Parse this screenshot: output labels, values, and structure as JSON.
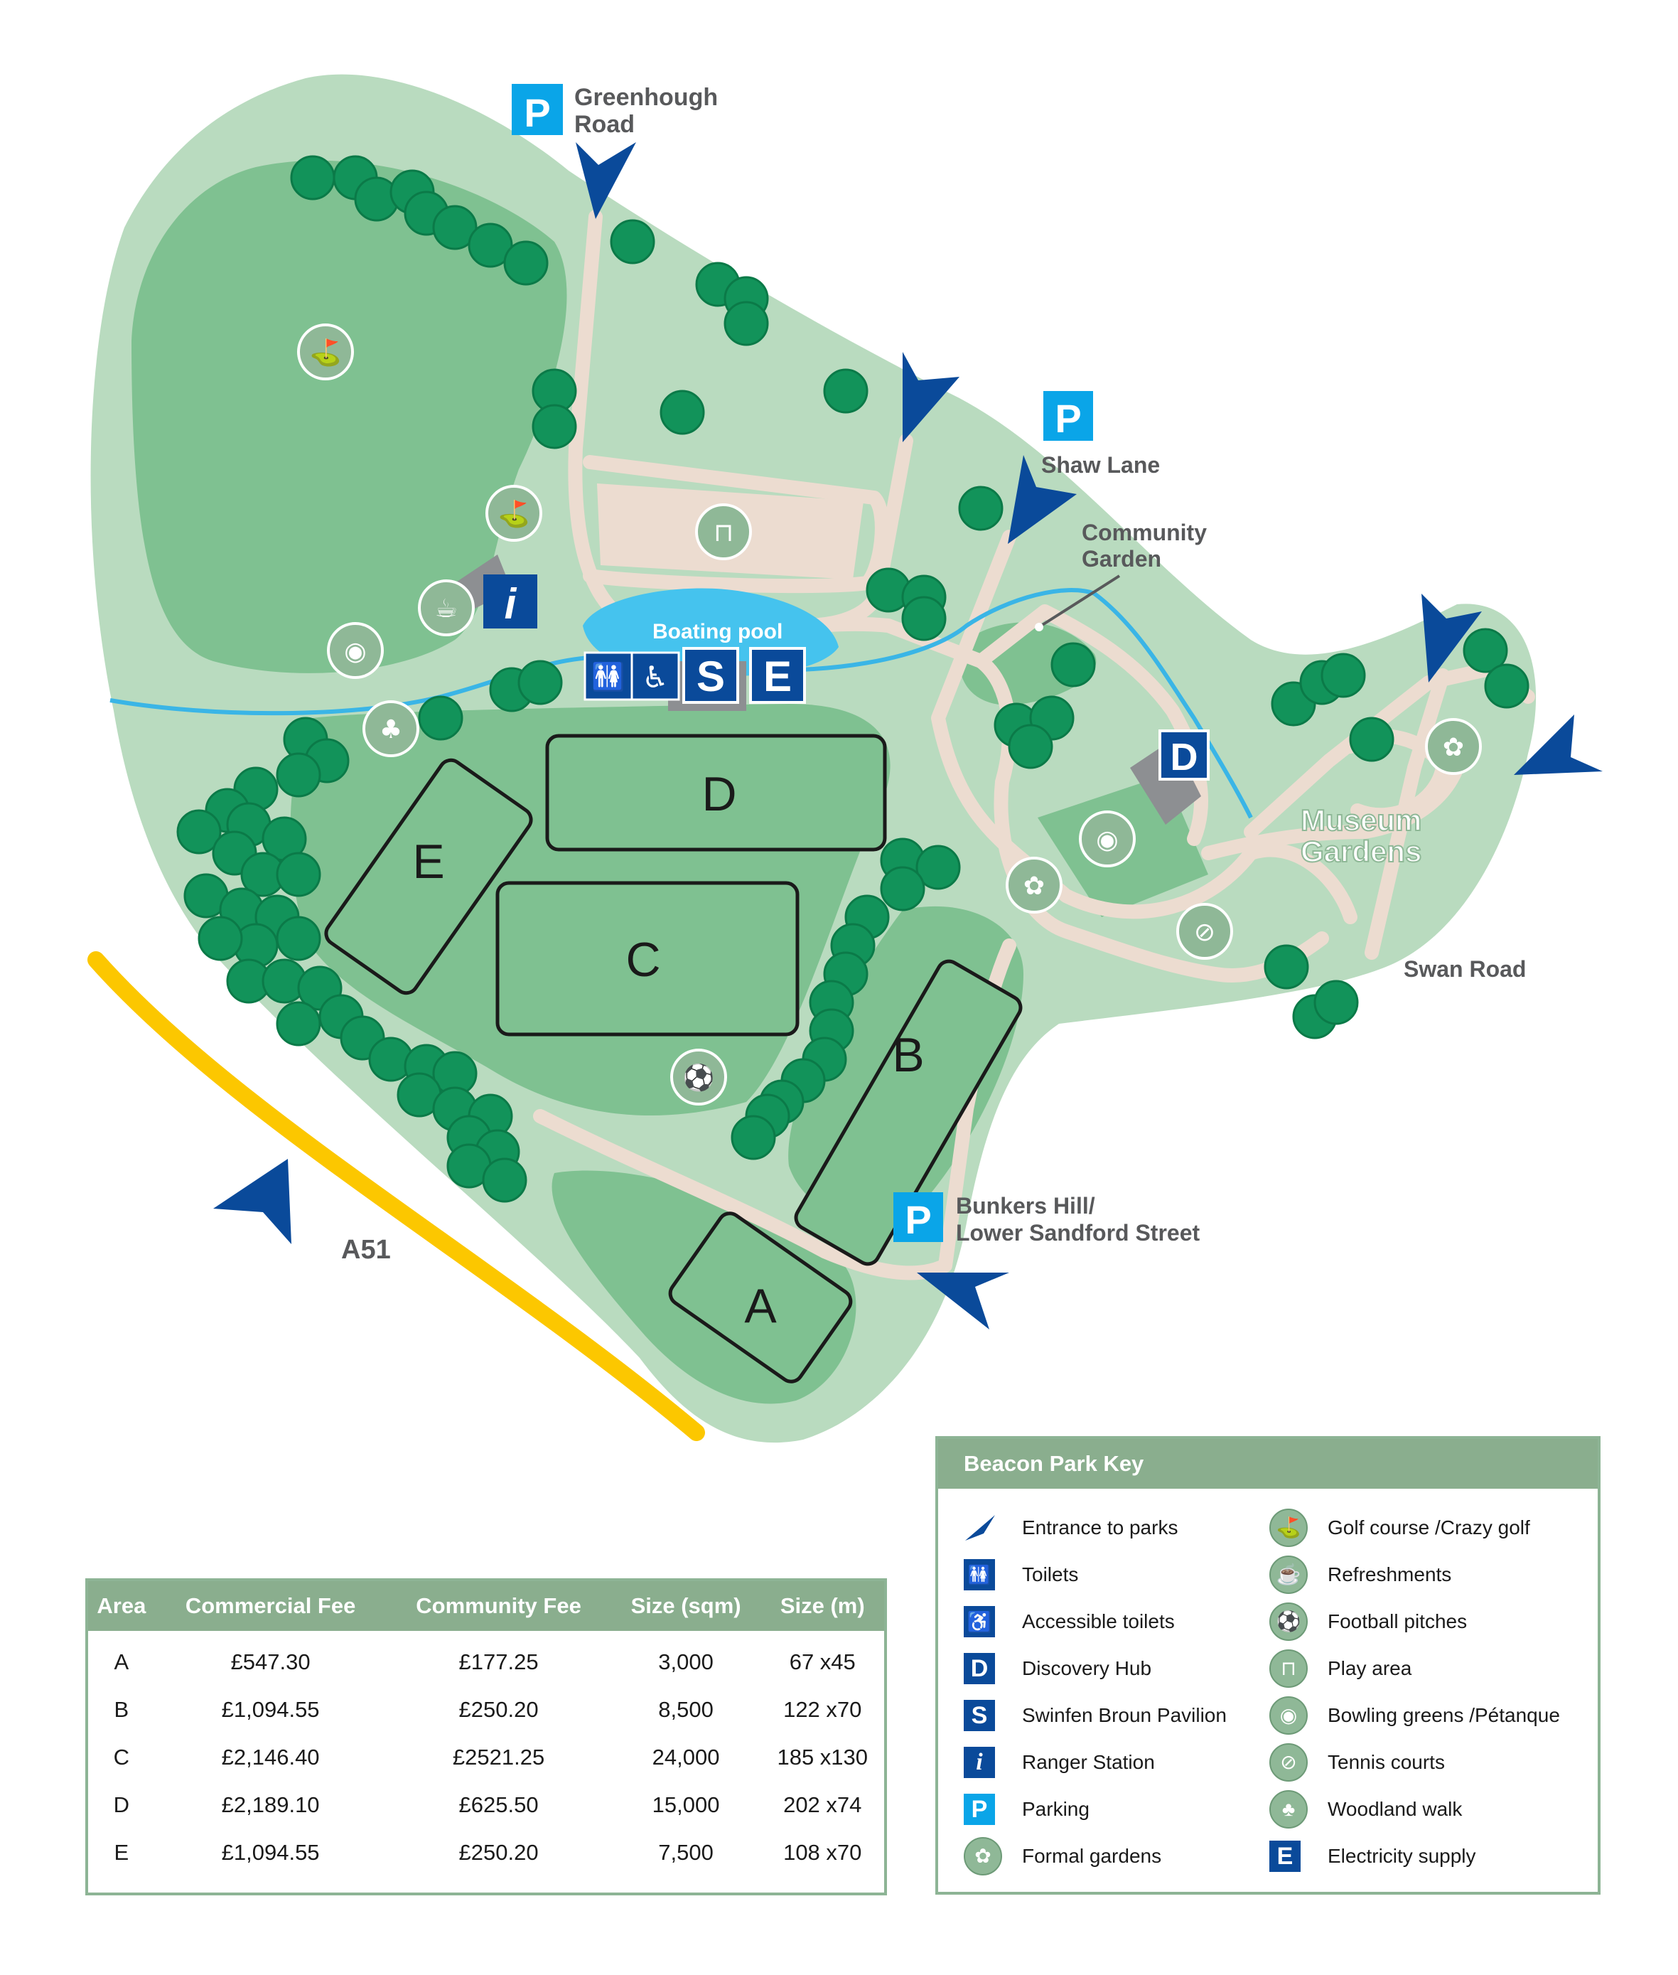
{
  "map": {
    "labels": {
      "greenhough_road": [
        "Greenhough",
        "Road"
      ],
      "shaw_lane": "Shaw Lane",
      "community_garden": [
        "Community",
        "Garden"
      ],
      "boating_pool": "Boating pool",
      "museum_gardens": [
        "Museum",
        "Gardens"
      ],
      "swan_road": "Swan Road",
      "bunkers_hill": [
        "Bunkers Hill/",
        "Lower Sandford Street"
      ],
      "a51": "A51"
    },
    "areas": [
      "A",
      "B",
      "C",
      "D",
      "E"
    ],
    "signs": {
      "parking": "P",
      "pavilion": "S",
      "electricity": "E",
      "discovery": "D",
      "ranger": "i"
    },
    "colors": {
      "park_light": "#b9dbbf",
      "field_mid": "#7fc191",
      "path": "#ecdcd0",
      "stream": "#3ab5e6",
      "pool": "#45c3ee",
      "tree": "#12935a",
      "navy": "#0a4a9a",
      "sky": "#0aa5e8",
      "road_yellow": "#fcc700",
      "hub_grey": "#8d8f92"
    }
  },
  "fee_table": {
    "headers": [
      "Area",
      "Commercial Fee",
      "Community Fee",
      "Size (sqm)",
      "Size (m)"
    ],
    "rows": [
      [
        "A",
        "£547.30",
        "£177.25",
        "3,000",
        "67 x45"
      ],
      [
        "B",
        "£1,094.55",
        "£250.20",
        "8,500",
        "122 x70"
      ],
      [
        "C",
        "£2,146.40",
        "£2521.25",
        "24,000",
        "185 x130"
      ],
      [
        "D",
        "£2,189.10",
        "£625.50",
        "15,000",
        "202 x74"
      ],
      [
        "E",
        "£1,094.55",
        "£250.20",
        "7,500",
        "108 x70"
      ]
    ]
  },
  "key": {
    "title": "Beacon Park Key",
    "left": [
      {
        "label": "Entrance to parks",
        "icon": "entrance-arrow-icon"
      },
      {
        "label": "Toilets",
        "icon": "toilets-icon"
      },
      {
        "label": "Accessible toilets",
        "icon": "accessible-toilets-icon"
      },
      {
        "label": "Discovery Hub",
        "icon": "discovery-hub-icon",
        "glyph": "D"
      },
      {
        "label": "Swinfen Broun Pavilion",
        "icon": "pavilion-icon",
        "glyph": "S"
      },
      {
        "label": "Ranger Station",
        "icon": "ranger-station-icon",
        "glyph": "i"
      },
      {
        "label": "Parking",
        "icon": "parking-icon",
        "glyph": "P"
      },
      {
        "label": "Formal gardens",
        "icon": "formal-gardens-icon"
      }
    ],
    "right": [
      {
        "label": "Golf course /Crazy golf",
        "icon": "golf-icon"
      },
      {
        "label": "Refreshments",
        "icon": "refreshments-icon"
      },
      {
        "label": "Football pitches",
        "icon": "football-icon"
      },
      {
        "label": "Play area",
        "icon": "play-area-icon"
      },
      {
        "label": "Bowling greens /Pétanque",
        "icon": "bowling-icon"
      },
      {
        "label": "Tennis courts",
        "icon": "tennis-icon"
      },
      {
        "label": "Woodland walk",
        "icon": "woodland-icon"
      },
      {
        "label": "Electricity supply",
        "icon": "electricity-icon",
        "glyph": "E"
      }
    ]
  }
}
